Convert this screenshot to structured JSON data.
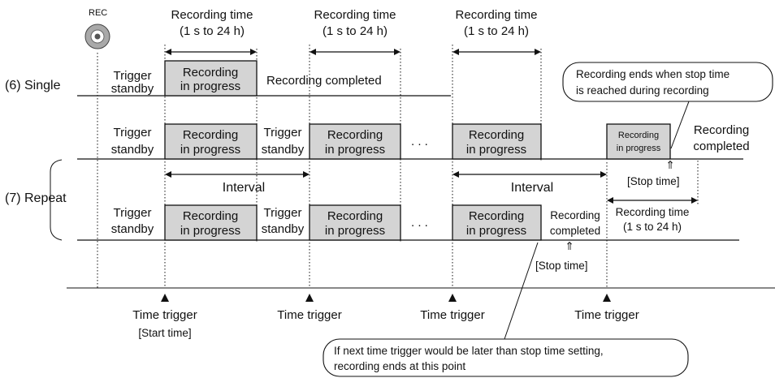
{
  "rec_label": "REC",
  "recording_time_label": "Recording time",
  "recording_time_range": "(1 s to 24 h)",
  "single_label": "(6) Single",
  "repeat_label": "(7) Repeat",
  "trigger_line1": "Trigger",
  "trigger_line2": "standby",
  "recording_line1": "Recording",
  "recording_line2": "in progress",
  "recording_completed_single": "Recording completed",
  "recording_completed_line1": "Recording",
  "recording_completed_line2": "completed",
  "ellipsis": ". . .",
  "interval_label": "Interval",
  "stop_time_label": "[Stop time]",
  "up_arrow_glyph": "⇑",
  "time_trigger_label": "Time trigger",
  "start_time_label": "[Start time]",
  "callout_top_line1": "Recording ends when stop time",
  "callout_top_line2": "is reached during recording",
  "callout_bottom_line1": "If next time trigger would be later than stop time setting,",
  "callout_bottom_line2": "recording ends at this point"
}
